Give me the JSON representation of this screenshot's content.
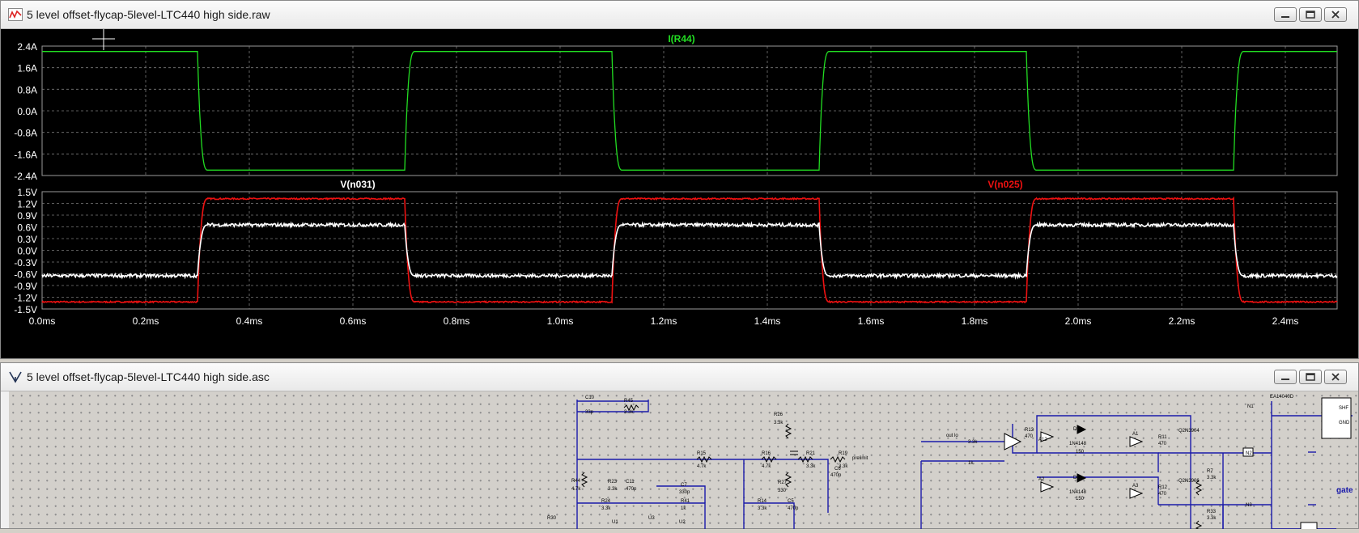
{
  "waveform_window": {
    "title": "5 level offset-flycap-5level-LTC440 high side.raw",
    "icon": "waveform-icon",
    "controls": [
      "minimize-icon",
      "restore-icon",
      "close-icon"
    ]
  },
  "schematic_window": {
    "title": "5 level offset-flycap-5level-LTC440 high side.asc",
    "icon": "schematic-icon",
    "controls": [
      "minimize-icon",
      "restore-icon",
      "close-icon"
    ],
    "labels": {
      "c10": "C10",
      "c10v": "33p",
      "r45": "R45",
      "r45v": "3.3k",
      "r15": "R15",
      "r15v": "4.7k",
      "r16": "R16",
      "r16v": "4.7k",
      "r26": "R26",
      "r26v": "3.3k",
      "r21": "R21",
      "r21v": "3.3k",
      "r19": "R19",
      "r19v": "3.3k",
      "prelimit": "prelimit",
      "c6": "C6",
      "c6v": "470p",
      "r27": "R27",
      "r27v": "330",
      "r44": "R44",
      "r44v": "4.7k",
      "r23": "R23",
      "r23v": "3.3k",
      "c11": "C11",
      "c11v": "470p",
      "r24": "R24",
      "r24v": "3.3k",
      "c7": "C7",
      "c7v": "330p",
      "r41": "R41",
      "r41v": "1k",
      "r14": "R14",
      "r14v": "3.3k",
      "c5": "C5",
      "c5v": "470p",
      "r30": "R30",
      "outlo": "out lo",
      "r18v": "3.3k",
      "r4v": "1k",
      "r13": "R13",
      "r13v": "470",
      "a12": "A12",
      "d4": "D4",
      "d4v": "1N4148",
      "d4r": "150",
      "d3": "D3",
      "d3v": "1N4148",
      "d3r": "150",
      "a2": "A2",
      "a1": "A1",
      "r11": "R11",
      "r11v": "470",
      "a3": "A3",
      "r12": "R12",
      "r12v": "470",
      "r7": "R7",
      "r7v": "3.3k",
      "r33": "R33",
      "r33v": "3.3k",
      "q1": "Q2N3904",
      "q2": "Q2N3906",
      "u1": "U1",
      "u2": "U2",
      "u3": "U3",
      "ic": "EA14040D",
      "pin1": "SHF",
      "pin2": "GND",
      "gate": "gate",
      "n1": "N1",
      "n2": "N2",
      "n3": "N3"
    }
  },
  "chart_data": [
    {
      "type": "line",
      "title": "",
      "ylabel": "",
      "ylim": [
        -2.4,
        2.4
      ],
      "yticks": [
        "2.4A",
        "1.6A",
        "0.8A",
        "0.0A",
        "-0.8A",
        "-1.6A",
        "-2.4A"
      ],
      "xlim": [
        0.0,
        2.5
      ],
      "grid": true,
      "series": [
        {
          "name": "I(R44)",
          "color": "#22dd22",
          "x": [
            0.0,
            0.3,
            0.32,
            0.7,
            0.72,
            1.1,
            1.12,
            1.5,
            1.52,
            1.9,
            1.92,
            2.3,
            2.32,
            2.5
          ],
          "values": [
            2.2,
            2.2,
            -2.2,
            -2.2,
            2.2,
            2.2,
            -2.2,
            -2.2,
            2.2,
            2.2,
            -2.2,
            -2.2,
            2.2,
            2.2
          ]
        }
      ]
    },
    {
      "type": "line",
      "title": "",
      "ylabel": "",
      "ylim": [
        -1.5,
        1.5
      ],
      "yticks": [
        "1.5V",
        "1.2V",
        "0.9V",
        "0.6V",
        "0.3V",
        "0.0V",
        "-0.3V",
        "-0.6V",
        "-0.9V",
        "-1.2V",
        "-1.5V"
      ],
      "xlim": [
        0.0,
        2.5
      ],
      "xticks": [
        "0.0ms",
        "0.2ms",
        "0.4ms",
        "0.6ms",
        "0.8ms",
        "1.0ms",
        "1.2ms",
        "1.4ms",
        "1.6ms",
        "1.8ms",
        "2.0ms",
        "2.2ms",
        "2.4ms"
      ],
      "grid": true,
      "series": [
        {
          "name": "V(n031)",
          "color": "#ffffff",
          "x": [
            0.0,
            0.3,
            0.32,
            0.7,
            0.72,
            1.1,
            1.12,
            1.5,
            1.52,
            1.9,
            1.92,
            2.3,
            2.32,
            2.5
          ],
          "values": [
            -0.65,
            -0.65,
            0.65,
            0.65,
            -0.65,
            -0.65,
            0.65,
            0.65,
            -0.65,
            -0.65,
            0.65,
            0.65,
            -0.65,
            -0.65
          ]
        },
        {
          "name": "V(n025)",
          "color": "#ee1111",
          "x": [
            0.0,
            0.3,
            0.32,
            0.7,
            0.72,
            1.1,
            1.12,
            1.5,
            1.52,
            1.9,
            1.92,
            2.3,
            2.32,
            2.5
          ],
          "values": [
            -1.32,
            -1.32,
            1.32,
            1.32,
            -1.32,
            -1.32,
            1.32,
            1.32,
            -1.32,
            -1.32,
            1.32,
            1.32,
            -1.32,
            -1.32
          ]
        }
      ]
    }
  ]
}
